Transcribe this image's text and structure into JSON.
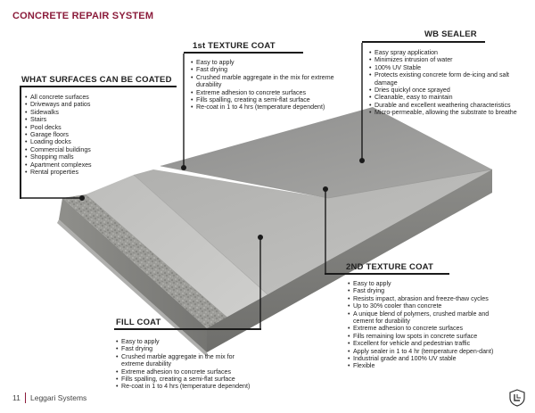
{
  "page_title": "CONCRETE REPAIR SYSTEM",
  "sections": {
    "surfaces": {
      "title": "WHAT SURFACES CAN BE COATED",
      "items": [
        "All concrete surfaces",
        "Driveways and patios",
        "Sidewalks",
        "Stairs",
        "Pool decks",
        "Garage floors",
        "Loading docks",
        "Commercial buildings",
        "Shopping malls",
        "Apartment complexes",
        "Rental properties"
      ]
    },
    "texture1": {
      "title": "1st TEXTURE COAT",
      "items": [
        "Easy to apply",
        "Fast drying",
        "Crushed marble aggregate in the mix for extreme durability",
        "Extreme adhesion to concrete surfaces",
        "Fills spalling, creating a semi-flat surface",
        "Re-coat in 1 to 4 hrs (temperature dependent)"
      ]
    },
    "wb_sealer": {
      "title": "WB SEALER",
      "items": [
        "Easy spray application",
        "Minimizes intrusion of water",
        "100% UV Stable",
        "Protects existing concrete form de-icing and salt damage",
        "Dries quickyl once sprayed",
        "Cleanable, easy to maintain",
        "Durable and excellent weathering characteristics",
        "Micro-permeable, allowing the substrate to breathe"
      ]
    },
    "texture2": {
      "title": "2ND TEXTURE COAT",
      "items": [
        "Easy to apply",
        "Fast drying",
        "Resists impact, abrasion and freeze-thaw cycles",
        "Up to 30% cooler than concrete",
        "A unique blend of polymers, crushed marble and cement for durability",
        "Extreme adhesion to concrete surfaces",
        "Fills remaining low spots in concrete surface",
        "Excellent for vehicle and pedestrian traffic",
        "Apply sealer in 1 to 4 hr (temperature depen-dant)",
        "Industrial grade and 100% UV stable",
        "Flexible"
      ]
    },
    "fill": {
      "title": "FILL COAT",
      "items": [
        "Easy to apply",
        "Fast drying",
        "Crushed marble aggregate in the mix for extreme durability",
        "Extreme adhesion to concrete surfaces",
        "Fills spalling, creating a semi-flat surface",
        "Re-coat in 1 to 4 hrs (temperature dependent)"
      ]
    }
  },
  "footer": {
    "page_number": "11",
    "brand": "Leggari Systems"
  },
  "colors": {
    "accent": "#8b1c3b",
    "text": "#1e1e1e",
    "rule": "#1a1a1a"
  },
  "icons": {
    "logo": "leggari-logo-icon"
  }
}
